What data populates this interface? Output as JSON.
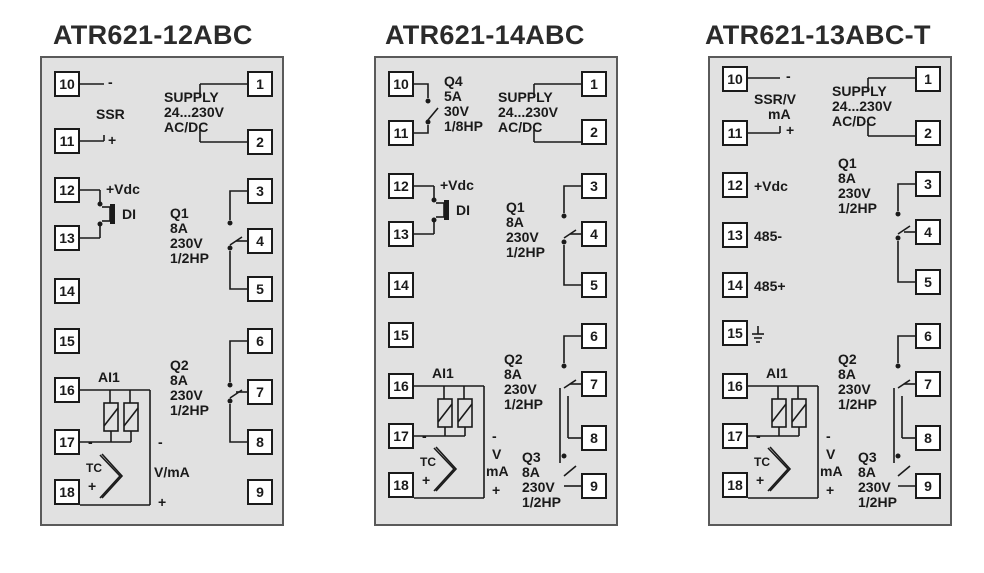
{
  "diagrams": [
    {
      "title": "ATR621-12ABC",
      "terminals": [
        "10",
        "11",
        "12",
        "13",
        "14",
        "15",
        "16",
        "17",
        "18",
        "1",
        "2",
        "3",
        "4",
        "5",
        "6",
        "7",
        "8",
        "9"
      ],
      "ssr": "SSR",
      "ssr_minus": "-",
      "ssr_plus": "+",
      "supply": [
        "SUPPLY",
        "24...230V",
        "AC/DC"
      ],
      "vdc": "+Vdc",
      "di": "DI",
      "q1": [
        "Q1",
        "8A",
        "230V",
        "1/2HP"
      ],
      "q2": [
        "Q2",
        "8A",
        "230V",
        "1/2HP"
      ],
      "ai": "AI1",
      "tc": "TC",
      "tc_minus": "-",
      "tc_plus": "+",
      "vma": "V/mA",
      "v_minus": "-",
      "v_plus": "+"
    },
    {
      "title": "ATR621-14ABC",
      "terminals": [
        "10",
        "11",
        "12",
        "13",
        "14",
        "15",
        "16",
        "17",
        "18",
        "1",
        "2",
        "3",
        "4",
        "5",
        "6",
        "7",
        "8",
        "9"
      ],
      "q4": [
        "Q4",
        "5A",
        "30V",
        "1/8HP"
      ],
      "supply": [
        "SUPPLY",
        "24...230V",
        "AC/DC"
      ],
      "vdc": "+Vdc",
      "di": "DI",
      "q1": [
        "Q1",
        "8A",
        "230V",
        "1/2HP"
      ],
      "q2": [
        "Q2",
        "8A",
        "230V",
        "1/2HP"
      ],
      "q3": [
        "Q3",
        "8A",
        "230V",
        "1/2HP"
      ],
      "ai": "AI1",
      "tc": "TC",
      "tc_minus": "-",
      "tc_plus": "+",
      "v": "V",
      "ma": "mA",
      "v_minus": "-",
      "v_plus": "+"
    },
    {
      "title": "ATR621-13ABC-T",
      "terminals": [
        "10",
        "11",
        "12",
        "13",
        "14",
        "15",
        "16",
        "17",
        "18",
        "1",
        "2",
        "3",
        "4",
        "5",
        "6",
        "7",
        "8",
        "9"
      ],
      "ssr": [
        "SSR/V",
        "mA"
      ],
      "ssr_minus": "-",
      "ssr_plus": "+",
      "supply": [
        "SUPPLY",
        "24...230V",
        "AC/DC"
      ],
      "vdc": "+Vdc",
      "rs485_minus": "485-",
      "rs485_plus": "485+",
      "q1": [
        "Q1",
        "8A",
        "230V",
        "1/2HP"
      ],
      "q2": [
        "Q2",
        "8A",
        "230V",
        "1/2HP"
      ],
      "q3": [
        "Q3",
        "8A",
        "230V",
        "1/2HP"
      ],
      "ai": "AI1",
      "tc": "TC",
      "tc_minus": "-",
      "tc_plus": "+",
      "v": "V",
      "ma": "mA",
      "v_minus": "-",
      "v_plus": "+"
    }
  ]
}
